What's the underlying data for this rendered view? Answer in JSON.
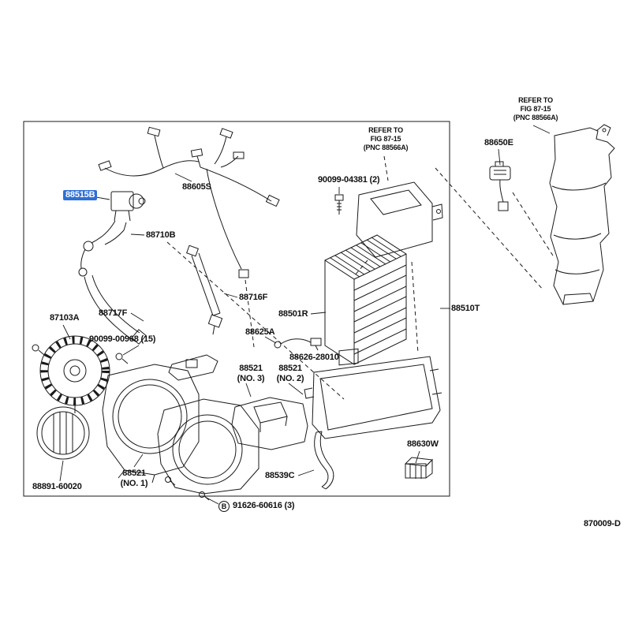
{
  "colors": {
    "highlight": "#2e6fd6",
    "line": "#1a1a1a"
  },
  "labels": {
    "part_88515B": "88515B",
    "part_88605S": "88605S",
    "part_88710B": "88710B",
    "part_88716F": "88716F",
    "part_88717F": "88717F",
    "part_87103A": "87103A",
    "part_90099_00968": "90099-00968 (15)",
    "part_88891_60020": "88891-60020",
    "part_88521_no1": "88521\n(NO. 1)",
    "part_88521_no2": "88521\n(NO. 2)",
    "part_88521_no3": "88521\n(NO. 3)",
    "part_88625A": "88625A",
    "part_88626_28010": "88626-28010",
    "part_88501R": "88501R",
    "part_90099_04381": "90099-04381 (2)",
    "refer_note_inner": "REFER TO\nFIG 87-15\n(PNC 88566A)",
    "refer_note_outer": "REFER TO\nFIG 87-15\n(PNC 88566A)",
    "part_88650E": "88650E",
    "part_88510T": "88510T",
    "part_88539C": "88539C",
    "part_88630W": "88630W",
    "part_91626_60616": "91626-60616 (3)",
    "fastener_marker": "B",
    "figure_code": "870009-D"
  }
}
